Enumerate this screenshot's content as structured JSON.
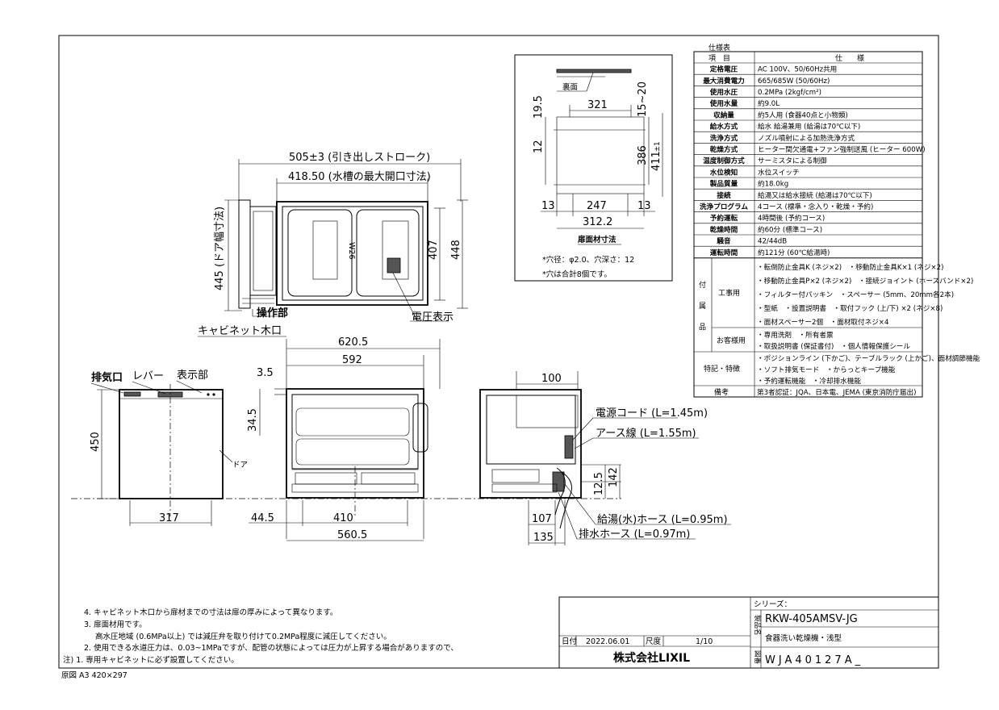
{
  "top_view": {
    "dim_stroke": "505±3 (引き出しストローク)",
    "dim_opening": "418.50 (水槽の最大開口寸法)",
    "dim_door": "445 (ドア幅寸法)",
    "dim_407": "407",
    "dim_448": "448",
    "label_panel": "操作部",
    "label_voltage": "電圧表示",
    "label_cabinet": "キャビネット木口",
    "plate_text": "W26"
  },
  "panel_detail": {
    "label_back": "裏面",
    "dim_321": "321",
    "dim_195": "19.5",
    "dim_1520": "15~20",
    "dim_12": "12",
    "dim_386": "386",
    "dim_411": "411",
    "dim_411_tol": "±1",
    "dim_13a": "13",
    "dim_247": "247",
    "dim_13b": "13",
    "dim_3122": "312.2",
    "title": "扉面材寸法",
    "note1": "*穴径：φ2.0、穴深さ：12",
    "note2": "*穴は合計8個です。"
  },
  "front_view": {
    "label_exhaust": "排気口",
    "label_lever": "レバー",
    "label_display": "表示部",
    "label_door": "ドア",
    "dim_450": "450",
    "dim_317": "317"
  },
  "inner_view": {
    "dim_6205": "620.5",
    "dim_592": "592",
    "dim_35": "3.5",
    "dim_345": "34.5",
    "dim_445": "44.5",
    "dim_410": "410",
    "dim_5605": "560.5"
  },
  "side_view": {
    "dim_100": "100",
    "label_power": "電源コード (L=1.45m)",
    "label_earth": "アース線 (L=1.55m)",
    "dim_125": "12.5",
    "dim_142": "142",
    "dim_107": "107",
    "dim_135": "135",
    "label_supply": "給湯(水)ホース (L=0.95m)",
    "label_drain": "排水ホース (L=0.97m)"
  },
  "spec_table": {
    "caption": "仕様表",
    "head_item": "項　目",
    "head_spec": "仕　　様",
    "rows": [
      {
        "k": "定格電圧",
        "v": "AC 100V、50/60Hz共用"
      },
      {
        "k": "最大消費電力",
        "v": "665/685W (50/60Hz)"
      },
      {
        "k": "使用水圧",
        "v": "0.2MPa (2kgf/cm²)"
      },
      {
        "k": "使用水量",
        "v": "約9.0L"
      },
      {
        "k": "収納量",
        "v": "約5人用 (食器40点と小物類)"
      },
      {
        "k": "給水方式",
        "v": "給水 給湯兼用 (給湯は70℃以下)"
      },
      {
        "k": "洗浄方式",
        "v": "ノズル噴射による加熱洗浄方式"
      },
      {
        "k": "乾燥方式",
        "v": "ヒーター間欠通電+ファン強制送風 (ヒーター 600W)"
      },
      {
        "k": "温度制御方式",
        "v": "サーミスタによる制御"
      },
      {
        "k": "水位検知",
        "v": "水位スイッチ"
      },
      {
        "k": "製品質量",
        "v": "約18.0kg"
      },
      {
        "k": "接続",
        "v": "給湯又は給水接続 (給湯は70℃以下)"
      },
      {
        "k": "洗浄プログラム",
        "v": "4コース (標準・念入り・乾燥・予約)"
      },
      {
        "k": "予約運転",
        "v": "4時間後 (予約コース)"
      },
      {
        "k": "乾燥時間",
        "v": "約60分 (標準コース)"
      },
      {
        "k": "騒音",
        "v": "42/44dB"
      },
      {
        "k": "運転時間",
        "v": "約121分 (60℃給湯時)"
      }
    ],
    "acc_label_1": "付",
    "acc_label_2": "属",
    "acc_label_3": "品",
    "acc_work_label": "工事用",
    "acc_work": [
      "・転倒防止金具K (ネジ×2)　・移動防止金具K×1 (ネジ×2)",
      "・移動防止金具P×2 (ネジ×2)　・接続ジョイント (ホースバンド×2)",
      "・フィルター付パッキン　・スペーサー (5mm、20mm各2本)",
      "・型紙　・設置説明書　・取付フック (上/下) ×2 (ネジ×8)",
      "・面材スペーサー2個　・面材取付ネジ×4"
    ],
    "acc_cust_label": "お客様用",
    "acc_cust": [
      "・専用洗剤　・所有者票",
      "・取扱説明書 (保証書付)　・個人情報保護シール"
    ],
    "feat_label": "特記・特徴",
    "features": [
      "・ポジションライン (下かご)、テーブルラック (上かご)、面材調節機能",
      "・ソフト排気モード　・からっとキープ機能",
      "・予約運転機能　・冷却排水機能"
    ],
    "remarks_label": "備考",
    "remarks": "第3者認証：JQA、日本電、JEMA (東京消防庁届出)"
  },
  "notes": {
    "n4": "4. キャビネット木口から扉材までの寸法は扉の厚みによって異なります。",
    "n3": "3. 扉面材用です。",
    "n3b": "高水圧地域 (0.6MPa以上) では減圧弁を取り付けて0.2MPa程度に減圧してください。",
    "n2": "2. 使用できる水道圧力は、0.03~1MPaですが、配管の状態によっては圧力が上昇する場合がありますので、",
    "n1": "注) 1. 専用キャビネットに必ず設置してください。",
    "paper": "原図 A3 420×297"
  },
  "title_block": {
    "date_label": "日付",
    "date": "2022.06.01",
    "scale_label": "尺度",
    "scale": "1/10",
    "company": "株式会社LIXIL",
    "series_label": "シリーズ：",
    "product_side": "製品名",
    "model": "RKW-405AMSV-JG",
    "product": "食器洗い乾燥機・浅型",
    "drawing_side": "図番",
    "drawing_no": "WJA40127A_"
  }
}
